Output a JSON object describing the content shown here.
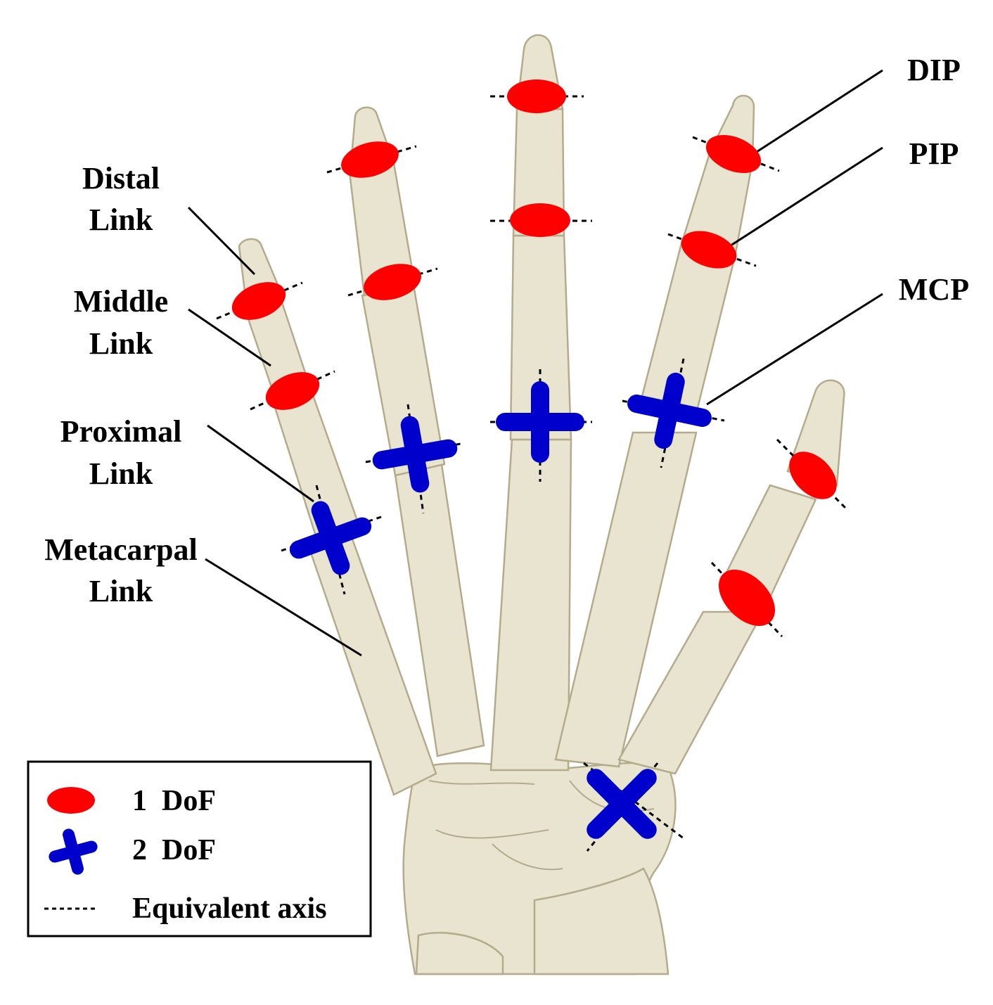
{
  "labels": {
    "distal": [
      "Distal",
      "Link"
    ],
    "middle": [
      "Middle",
      "Link"
    ],
    "proximal": [
      "Proximal",
      "Link"
    ],
    "metacarpal": [
      "Metacarpal",
      "Link"
    ],
    "dip": "DIP",
    "pip": "PIP",
    "mcp": "MCP"
  },
  "legend": {
    "one_dof": "1  DoF",
    "two_dof": "2  DoF",
    "axis": "Equivalent axis"
  },
  "colors": {
    "one_dof": "#ff0000",
    "two_dof": "#0000cc",
    "bone": "#e9e4cf",
    "bone_outline": "#b3ab8c"
  },
  "icons": {
    "one_dof": "red-ellipse",
    "two_dof": "blue-cross",
    "axis": "dashed-line"
  }
}
